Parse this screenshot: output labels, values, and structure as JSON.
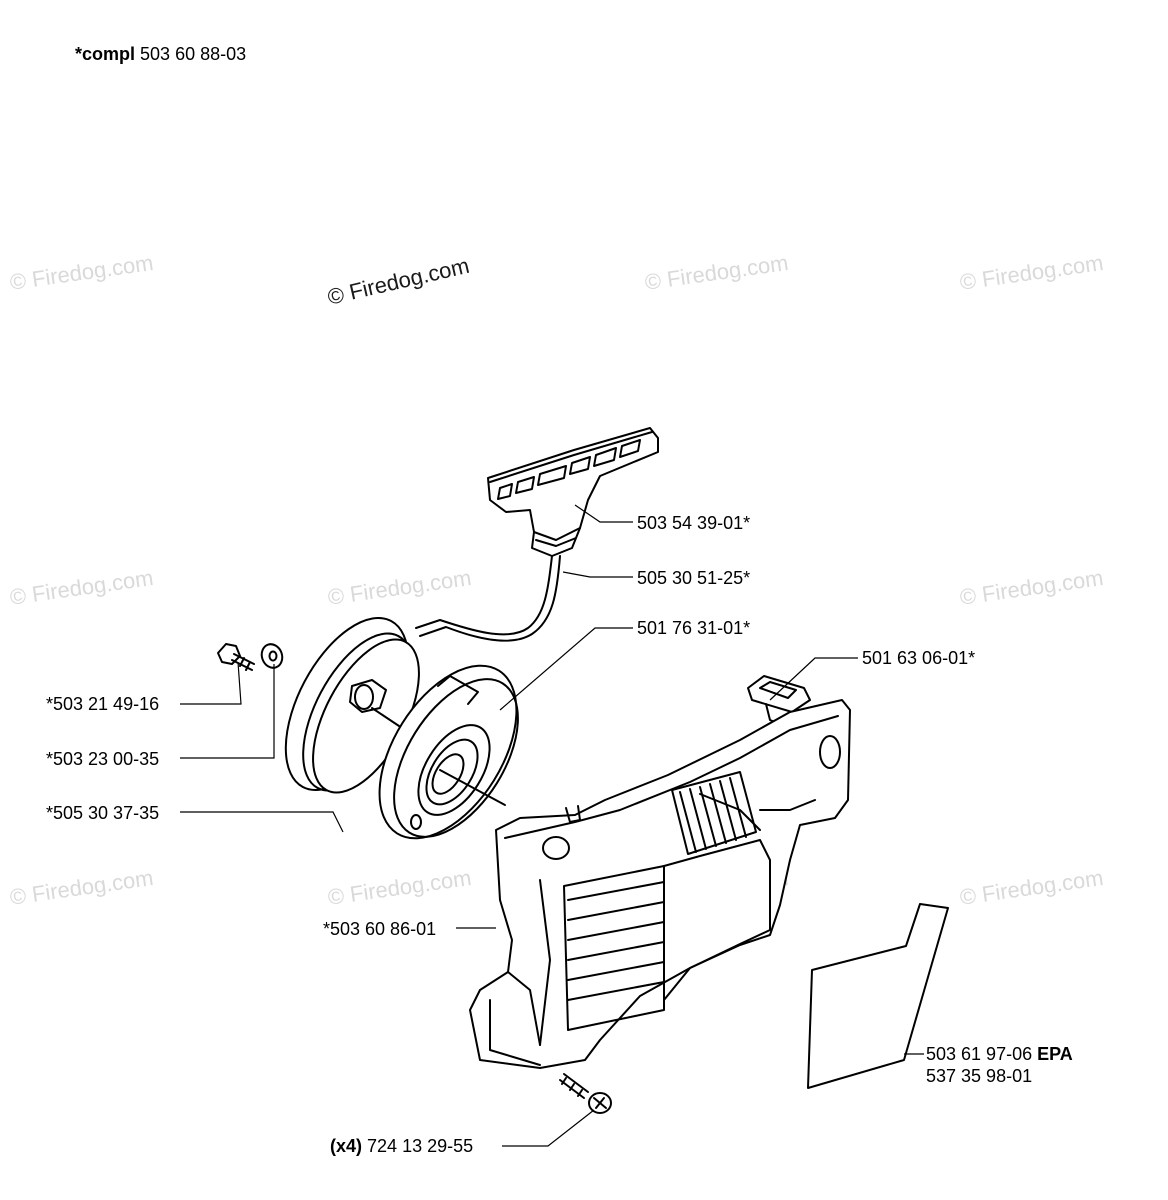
{
  "header": {
    "compl_prefix": "*compl",
    "compl_number": "503 60 88-03"
  },
  "watermark": {
    "text": "© Firedog.com"
  },
  "parts": {
    "handle": "503 54 39-01*",
    "rope": "505 30 51-25*",
    "spring": "501 76 31-01*",
    "grommet": "501 63 06-01*",
    "screw_small": "*503 21 49-16",
    "washer": "*503 23 00-35",
    "pulley": "*505 30 37-35",
    "housing": "*503 60 86-01",
    "label_epa_number": "503 61 97-06",
    "label_epa_suffix": "EPA",
    "label_alt": "537 35 98-01",
    "screw_qty": "(x4)",
    "screw_number": "724 13 29-55"
  }
}
